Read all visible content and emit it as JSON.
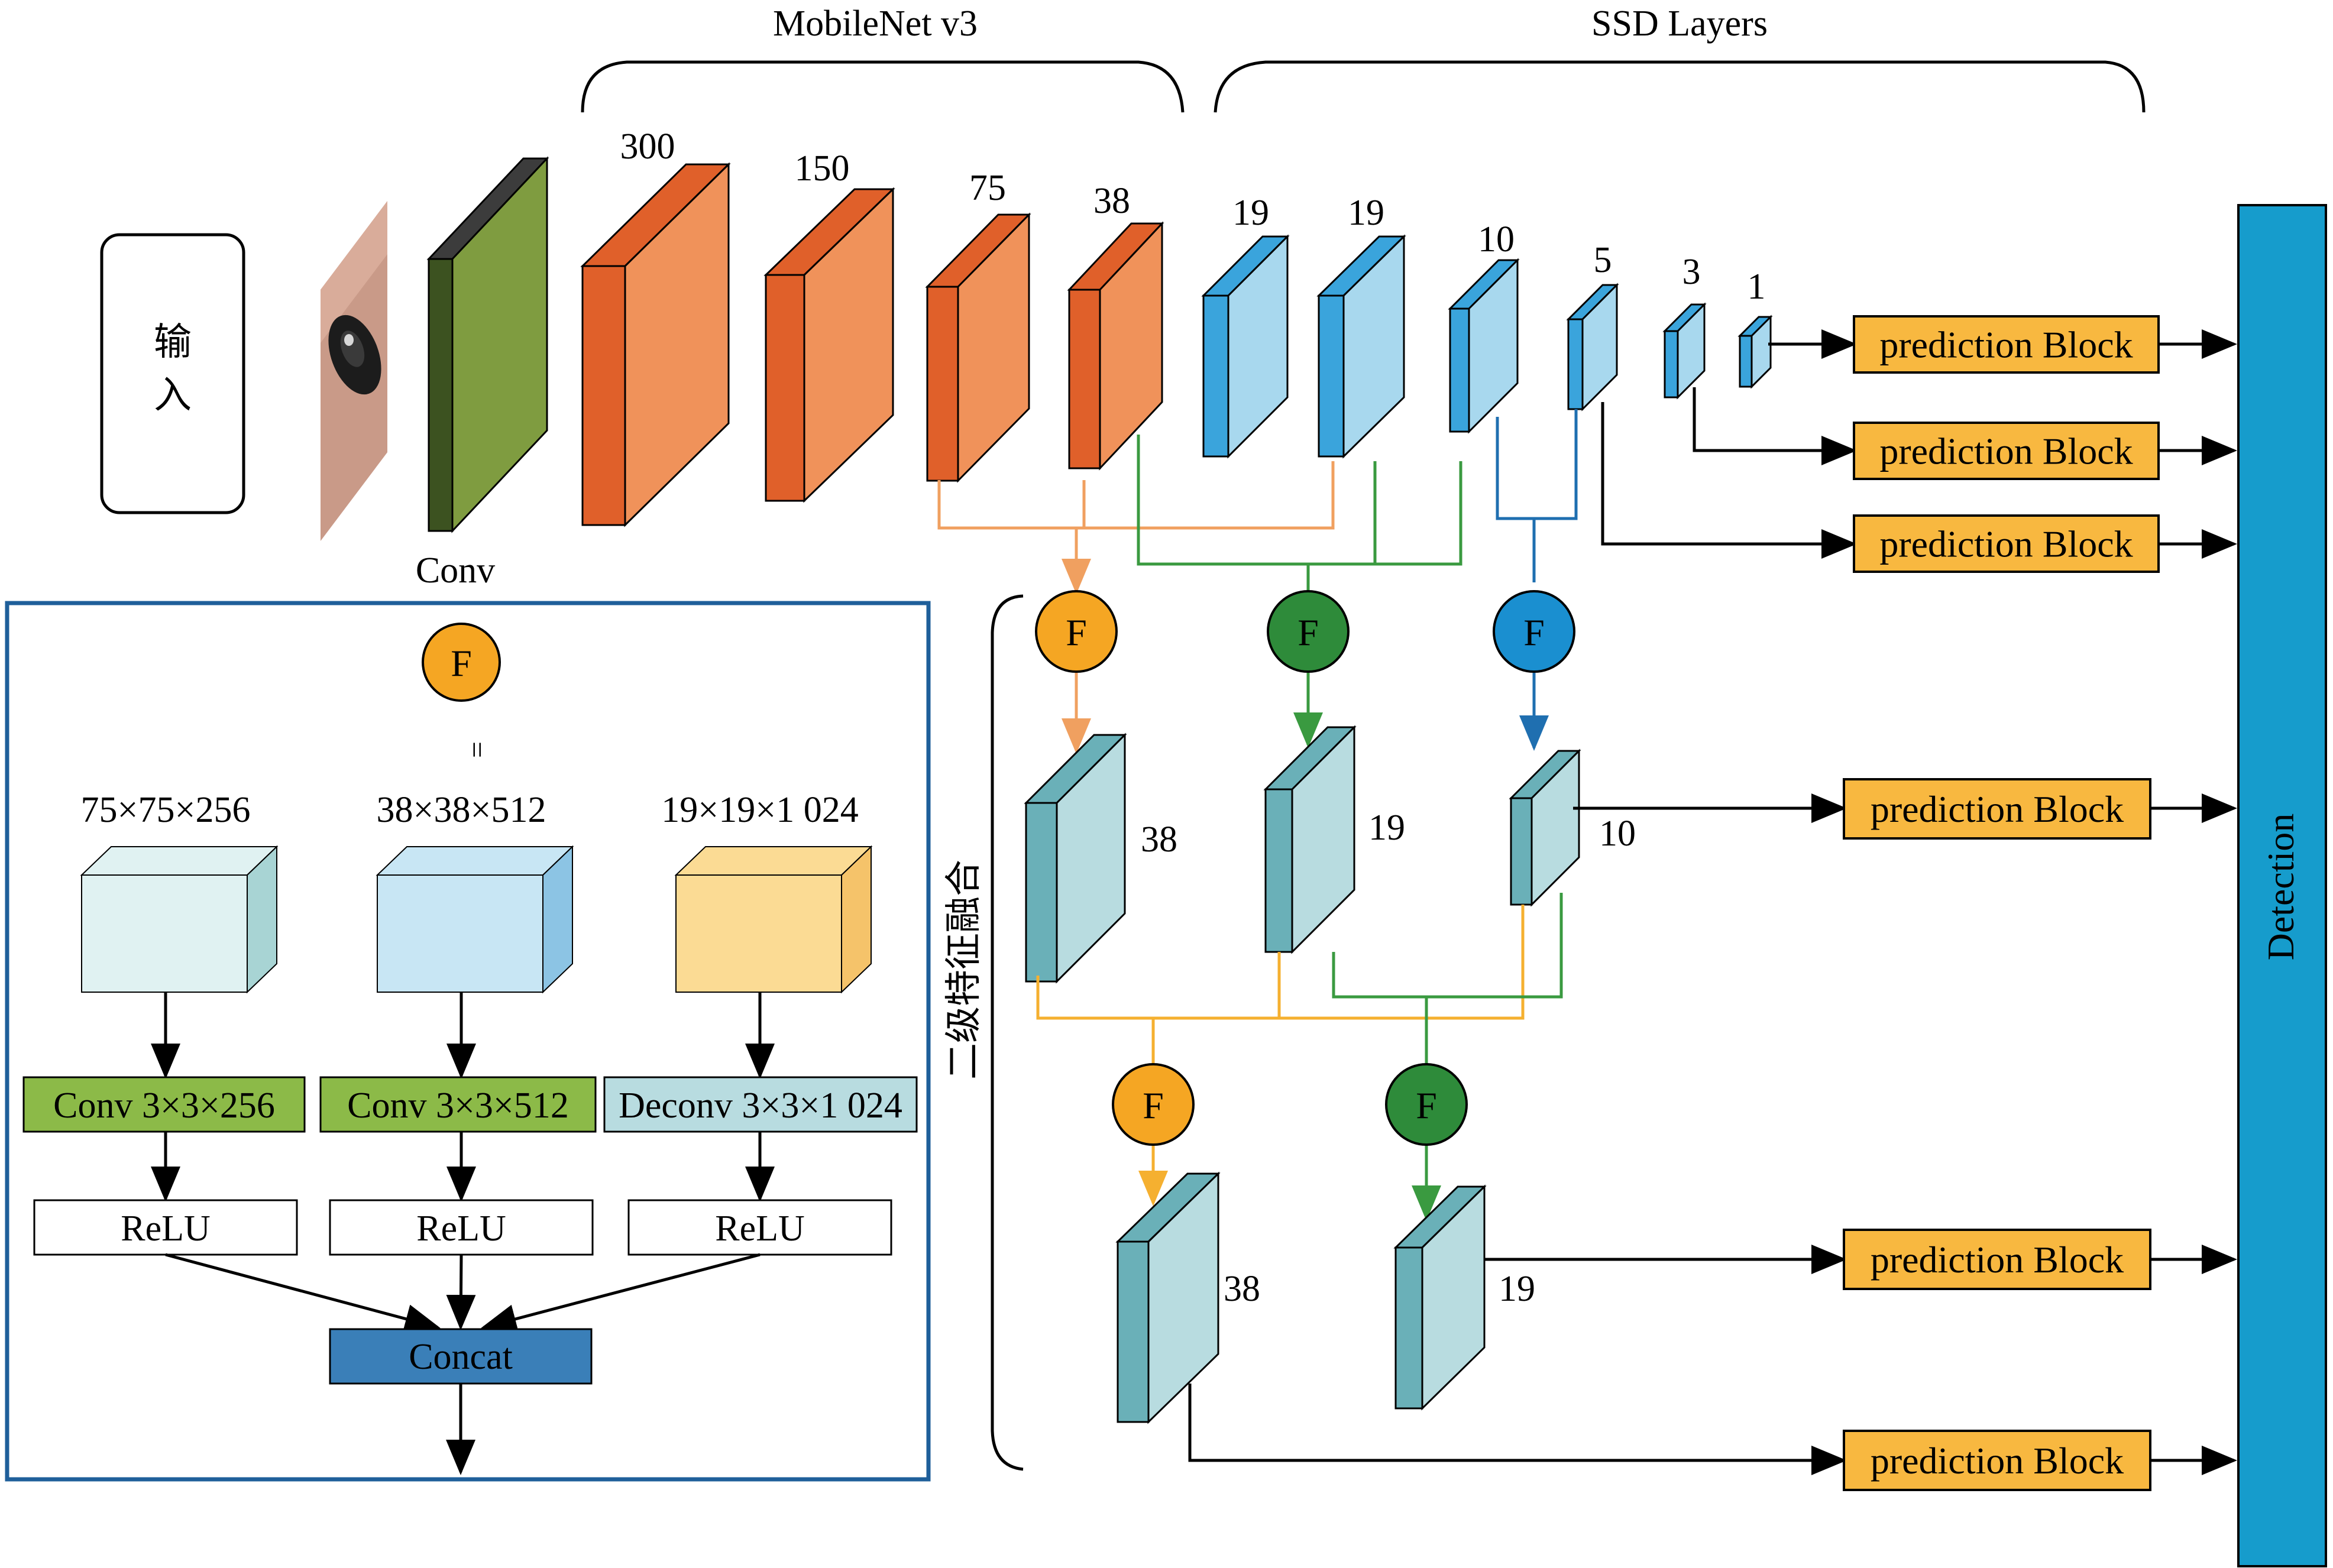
{
  "headers": {
    "mobilenet": "MobileNet v3",
    "ssd": "SSD Layers"
  },
  "input_label": "输\n入",
  "conv_label": "Conv",
  "backbone_sizes": [
    "300",
    "150",
    "75",
    "38"
  ],
  "ssd_sizes": [
    "19",
    "19",
    "10",
    "5",
    "3",
    "1"
  ],
  "fusion_node": "F",
  "prediction_block": "prediction Block",
  "detection": "Detection",
  "fusion_side_label": "二级特征融合",
  "fusion_level1_sizes": [
    "38",
    "19",
    "10"
  ],
  "fusion_level2_sizes": [
    "38",
    "19"
  ],
  "legend": {
    "node": "F",
    "equals": "=",
    "dims": [
      "75×75×256",
      "38×38×512",
      "19×19×1 024"
    ],
    "ops": [
      "Conv 3×3×256",
      "Conv 3×3×512",
      "Deconv 3×3×1 024"
    ],
    "relu": "ReLU",
    "concat": "Concat"
  },
  "colors": {
    "orange_front": "#f0925a",
    "orange_side": "#e0602a",
    "blue_front": "#a8d8ee",
    "blue_side": "#3aa4dc",
    "teal_front": "#b8dce0",
    "teal_side": "#6ab0b8",
    "conv_front": "#7f9c40",
    "conv_side": "#3c5220",
    "pred_fill": "#f8b840",
    "detection_fill": "#169ccc",
    "f_orange": "#f5a623",
    "f_green": "#2e8b3a",
    "f_blue": "#1a8fd0",
    "line_orange": "#f0a060",
    "line_green": "#3a9a40",
    "line_blue": "#1f6fb0",
    "line_yellow": "#f5b030",
    "legend_border": "#1f5f9a"
  }
}
